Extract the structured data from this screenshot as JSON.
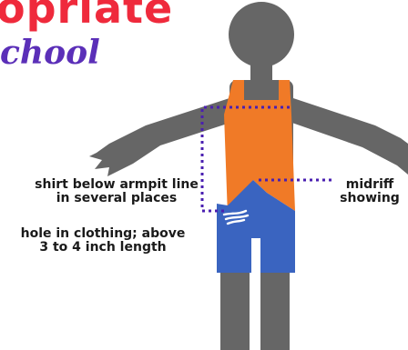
{
  "title": {
    "main": "opriate",
    "sub": "chool"
  },
  "annotations": {
    "armpit": "shirt below armpit line\nin several places",
    "hole": "hole in clothing; above\n3 to 4 inch length",
    "midriff": "midriff\nshowing"
  },
  "colors": {
    "title_main": "#ef2a3c",
    "title_sub": "#5b2fb8",
    "body": "#666666",
    "shirt": "#f07a27",
    "shorts": "#3a64c0",
    "dotted_line": "#4a1fb0",
    "hole_mark": "#ffffff"
  }
}
